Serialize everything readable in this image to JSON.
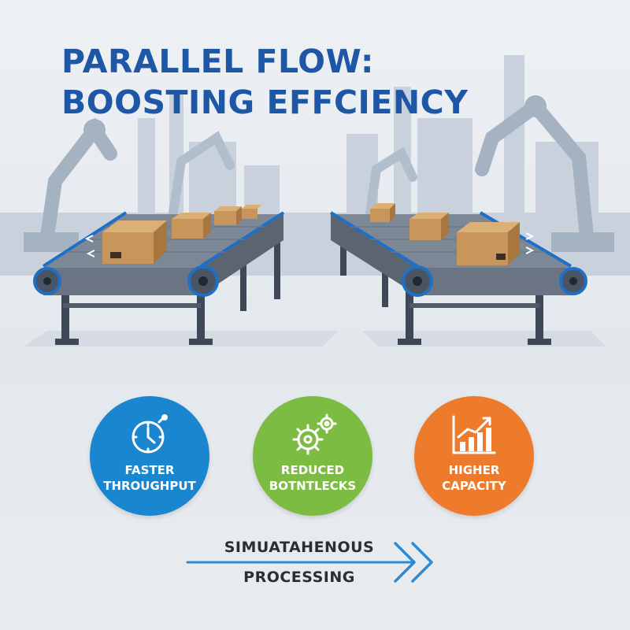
{
  "title": {
    "line1": "PARALLEL FLOW:",
    "line2": "BOOSTING EFFCIENCY"
  },
  "colors": {
    "title": "#1f57a7",
    "badge_blue": "#1a86d0",
    "badge_green": "#7cbc42",
    "badge_orange": "#ee7a2c",
    "flow_line": "#2e8ad4",
    "box": "#c99a5e",
    "silhouette": "#aab8c7"
  },
  "benefits": [
    {
      "icon": "stopwatch-icon",
      "line1": "FASTER",
      "line2": "THROUGHPUT"
    },
    {
      "icon": "gears-icon",
      "line1": "REDUCED",
      "line2": "BOTNTLECKS"
    },
    {
      "icon": "growth-chart-icon",
      "line1": "HIGHER",
      "line2": "CAPACITY"
    }
  ],
  "process": {
    "line1": "SIMUATAHENOUS",
    "line2": "PROCESSING"
  }
}
